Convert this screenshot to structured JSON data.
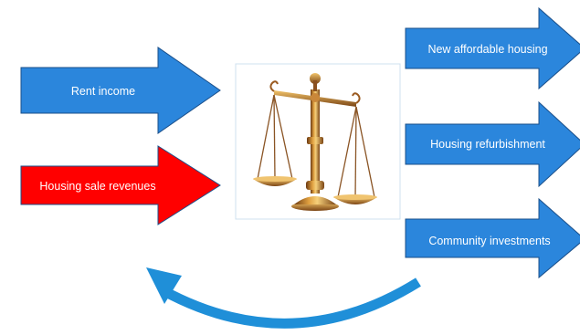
{
  "inputs": [
    {
      "label": "Rent income",
      "color": "#2b86dc"
    },
    {
      "label": "Housing sale revenues",
      "color": "#ff0000"
    }
  ],
  "outputs": [
    {
      "label": "New affordable housing",
      "color": "#2b86dc"
    },
    {
      "label": "Housing refurbishment",
      "color": "#2b86dc"
    },
    {
      "label": "Community investments",
      "color": "#2b86dc"
    }
  ],
  "center_icon": "balance-scale-icon",
  "cycle_arrow_color": "#1f8fd8",
  "arrow_outline_color": "#1a4f8a"
}
